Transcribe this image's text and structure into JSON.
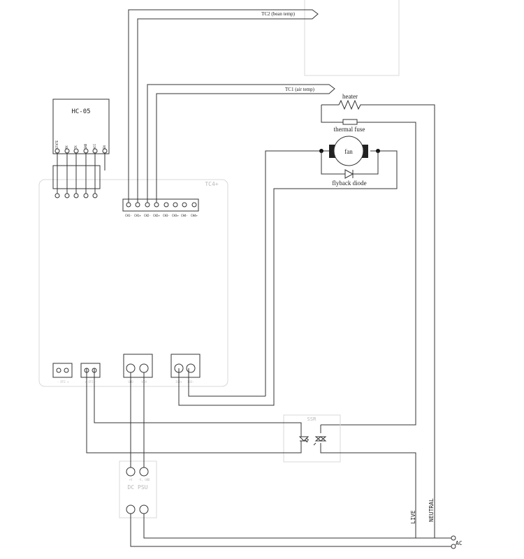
{
  "hc05": {
    "title": "HC-05",
    "pins": [
      "STATE",
      "RX",
      "TX",
      "GND",
      "VCC",
      "EN"
    ]
  },
  "tc4": {
    "title": "TC4+",
    "thermo_labels": [
      "CH1-",
      "CH1+",
      "CH2-",
      "CH2+",
      "CH3-",
      "CH3+",
      "CH4-",
      "CH4+"
    ],
    "out_left_label": "- OT2 +",
    "out_right_label": "+ OT1 -",
    "pwr_terms": [
      "GND",
      "VIN"
    ],
    "fan_terms": [
      "IO3+",
      "IO3-"
    ]
  },
  "probes": {
    "tc2": "TC2 (bean temp)",
    "tc1": "TC1 (air temp)"
  },
  "heater": "heater",
  "thermal_fuse": "thermal fuse",
  "fan": "fan",
  "flyback_diode": "flyback diode",
  "ssr": "SSR",
  "psu": {
    "title": "DC PSU",
    "outputs": [
      "+V",
      "-V, GND"
    ]
  },
  "mains": {
    "live": "LIVE",
    "neutral": "NEUTRAL",
    "ac": "AC"
  }
}
